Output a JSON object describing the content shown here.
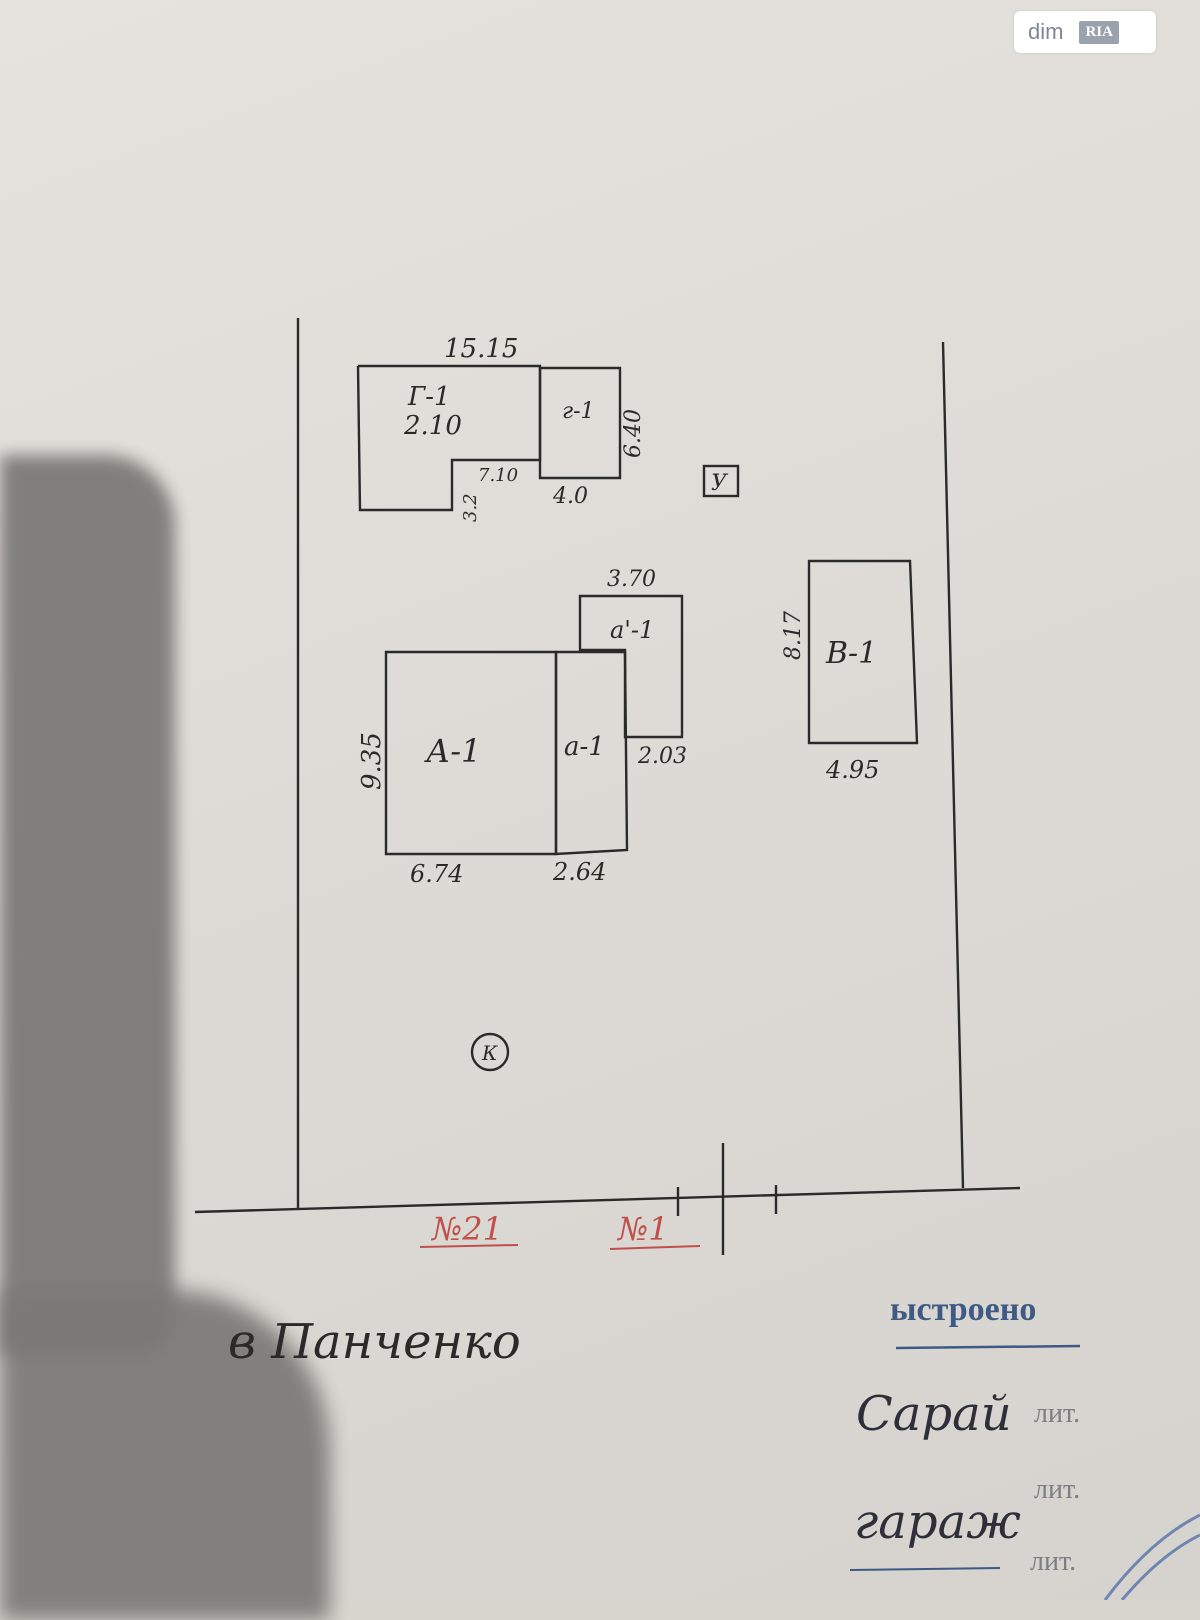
{
  "watermark": {
    "brand": "dim",
    "badge": "RIA"
  },
  "plan": {
    "top_total_dim": "15.15",
    "building_g": {
      "label": "Г-1",
      "dim": "2.10"
    },
    "building_z": {
      "label": "г-1",
      "right_dim": "6.40",
      "bottom_dim": "4.0"
    },
    "notch_dims": {
      "vertical": "3.2",
      "horizontal": "7.10"
    },
    "yard_toilet": "У",
    "building_a_small": {
      "label": "а'-1",
      "top_dim": "3.70",
      "right_dim": "2.03"
    },
    "building_A": {
      "label": "А-1",
      "left_dim": "9.35",
      "bottom_dim": "6.74"
    },
    "building_a": {
      "label": "а-1",
      "bottom_dim": "2.64"
    },
    "building_B": {
      "label": "В-1",
      "left_dim": "8.17",
      "bottom_dim": "4.95"
    },
    "well_symbol": "К",
    "lot_21": "№21",
    "lot_1": "№1",
    "street": "в   Панченко"
  },
  "stamp": {
    "header": "ыстроено",
    "line1_hand": "Сарай",
    "line1_print": "лит.",
    "line2_hand": "гараж",
    "line2_print": "лит.",
    "line3_print": "лит."
  },
  "colors": {
    "ink": "#2a2a2a",
    "red_ink": "#c0504a",
    "stamp_blue": "#3e5a85"
  }
}
